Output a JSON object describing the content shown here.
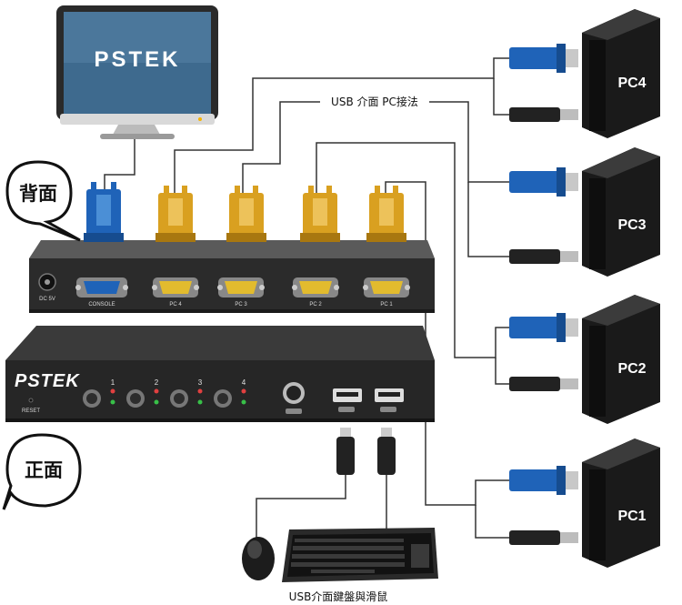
{
  "monitor": {
    "brand": "PSTEK"
  },
  "bubbles": {
    "back": "背面",
    "front": "正面"
  },
  "labels": {
    "usb_pc": "USB 介面 PC接法",
    "usb_kbd_mouse": "USB介面鍵盤與滑鼠"
  },
  "back_panel": {
    "dc_label": "DC 5V",
    "ports": [
      "CONSOLE",
      "PC 4",
      "PC 3",
      "PC 2",
      "PC 1"
    ]
  },
  "front_panel": {
    "brand": "PSTEK",
    "reset_label": "RESET",
    "buttons": [
      "1",
      "2",
      "3",
      "4"
    ]
  },
  "computers": [
    "PC4",
    "PC3",
    "PC2",
    "PC1"
  ],
  "colors": {
    "vga_blue": "#1f63b8",
    "vga_gold": "#d9a020",
    "chassis": "#2b2b2b",
    "line": "#333333"
  }
}
